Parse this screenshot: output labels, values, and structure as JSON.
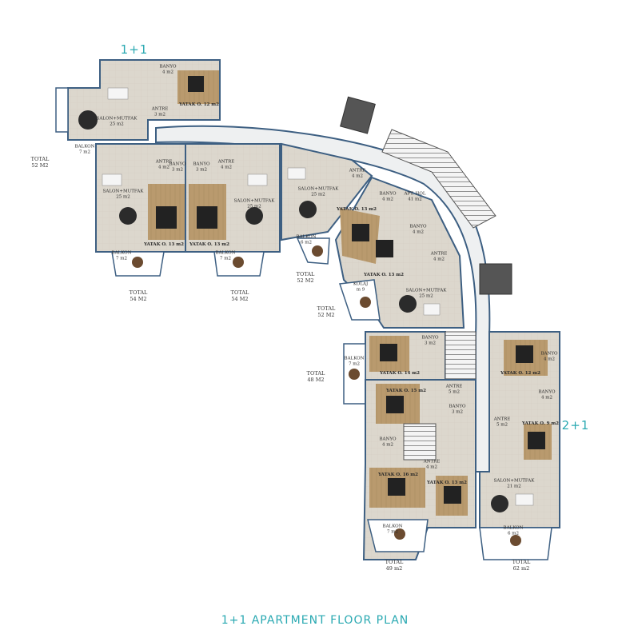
{
  "title": "1+1 APARTMENT FLOOR PLAN",
  "colors": {
    "accent": "#2aa9b2",
    "wall": "#3d5f82",
    "floor": "#d9d4ca",
    "corridor": "#eef0f1"
  },
  "tags": {
    "top_left": "1+1",
    "right": "2+1"
  },
  "totals": {
    "t1": [
      "TOTAL",
      "52 M2"
    ],
    "t2": [
      "TOTAL",
      "54 M2"
    ],
    "t3": [
      "TOTAL",
      "54 M2"
    ],
    "t4": [
      "TOTAL",
      "52 M2"
    ],
    "t5": [
      "TOTAL",
      "52 M2"
    ],
    "t6": [
      "TOTAL",
      "48 M2"
    ],
    "t7": [
      "TOTAL",
      "49 m2"
    ],
    "t8": [
      "TOTAL",
      "62 m2"
    ]
  },
  "rooms": {
    "a1_banyo": [
      "BANYO",
      "4 m2"
    ],
    "a1_yatak": [
      "YATAK O. 12 m2"
    ],
    "a1_antre": [
      "ANTRE",
      "3 m2"
    ],
    "a1_salon": [
      "SALON+MUTFAK",
      "25 m2"
    ],
    "a1_balkon": [
      "BALKON",
      "7 m2"
    ],
    "a2_antre": [
      "ANTRE",
      "4 m2"
    ],
    "a2_banyo": [
      "BANYO",
      "3 m2"
    ],
    "a2_salon": [
      "SALON+MUTFAK",
      "25 m2"
    ],
    "a2_yatak": [
      "YATAK O. 13 m2"
    ],
    "a2_balkon": [
      "BALKON",
      "7 m2"
    ],
    "a3_banyo": [
      "BANYO",
      "3 m2"
    ],
    "a3_antre": [
      "ANTRE",
      "4 m2"
    ],
    "a3_salon": [
      "SALON+MUTFAK",
      "25 m2"
    ],
    "a3_yatak": [
      "YATAK O. 13 m2"
    ],
    "a3_balkon": [
      "BALKON",
      "7 m2"
    ],
    "a4_salon": [
      "SALON+MUTFAK",
      "25 m2"
    ],
    "a4_antre": [
      "ANTRE",
      "4 m2"
    ],
    "a4_banyo": [
      "BANYO",
      "4 m2"
    ],
    "a4_yatak": [
      "YATAK O. 13 m2"
    ],
    "a4_balkon": [
      "BALKON",
      "6 m2"
    ],
    "apt_hol": [
      "APT. HOL",
      "41 m2"
    ],
    "a5_banyo": [
      "BANYO",
      "4 m2"
    ],
    "a5_antre": [
      "ANTRE",
      "4 m2"
    ],
    "a5_yatak": [
      "YATAK O. 13 m2"
    ],
    "a5_salon": [
      "SALON+MUTFAK",
      "25 m2"
    ],
    "a5_kolaj": [
      "KOLAJ",
      "m 9"
    ],
    "a6_banyo": [
      "BANYO",
      "3 m2"
    ],
    "a6_yatak": [
      "YATAK O. 14 m2"
    ],
    "a6_balkon": [
      "BALKON",
      "7 m2"
    ],
    "a7_antre": [
      "ANTRE",
      "5 m2"
    ],
    "a7_yatak1": [
      "YATAK O. 15 m2"
    ],
    "a7_banyo1": [
      "BANYO",
      "3 m2"
    ],
    "a7_banyo2": [
      "BANYO",
      "4 m2"
    ],
    "a7_antre2": [
      "ANTRE",
      "4 m2"
    ],
    "a7_yatak2": [
      "YATAK O. 16 m2"
    ],
    "a7_yatak3": [
      "YATAK O. 13 m2"
    ],
    "a7_balkon": [
      "BALKON",
      "7 m2"
    ],
    "b_banyo1": [
      "BANYO",
      "4 m2"
    ],
    "b_yatak1": [
      "YATAK O. 12 m2"
    ],
    "b_banyo2": [
      "BANYO",
      "4 m2"
    ],
    "b_antre": [
      "ANTRE",
      "5 m2"
    ],
    "b_yatak2": [
      "YATAK O. 9 m2"
    ],
    "b_salon": [
      "SALON+MUTFAK",
      "21 m2"
    ],
    "b_balkon": [
      "BALKON",
      "6 m2"
    ]
  }
}
